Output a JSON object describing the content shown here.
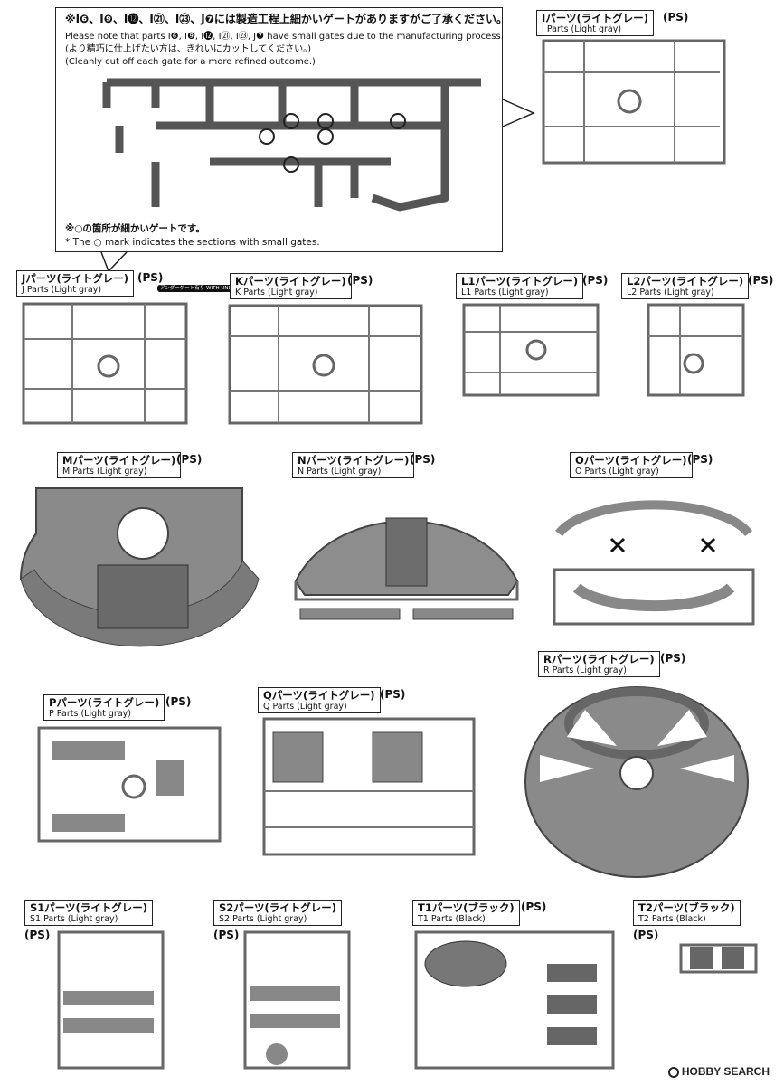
{
  "note": {
    "line1_jp": "※I❻、I❾、I⓬、I㉑、I㉓、J❼には製造工程上細かいゲートがありますがご了承ください。",
    "line2_en": "Please note that parts I❻, I❾, I⓬, I㉑, I㉓, J❼ have small gates due to the manufacturing process.",
    "line3_jp": "(より精巧に仕上げたい方は、きれいにカットしてください。)",
    "line4_en": "(Cleanly cut off each gate for a more refined outcome.)",
    "mark_jp": "※○の箇所が細かいゲートです。",
    "mark_en": "* The ○ mark indicates the sections with small gates."
  },
  "parts": [
    {
      "id": "I",
      "jp": "Iパーツ(ライトグレー)",
      "en": "I Parts (Light gray)",
      "material": "(PS)"
    },
    {
      "id": "J",
      "jp": "Jパーツ(ライトグレー)",
      "en": "J Parts (Light gray)",
      "material": "(PS)",
      "badge": "アンダーゲート有り WITH UNDER GATES"
    },
    {
      "id": "K",
      "jp": "Kパーツ(ライトグレー)",
      "en": "K Parts (Light gray)",
      "material": "(PS)"
    },
    {
      "id": "L1",
      "jp": "L1パーツ(ライトグレー)",
      "en": "L1 Parts (Light gray)",
      "material": "(PS)"
    },
    {
      "id": "L2",
      "jp": "L2パーツ(ライトグレー)",
      "en": "L2 Parts (Light gray)",
      "material": "(PS)"
    },
    {
      "id": "M",
      "jp": "Mパーツ(ライトグレー)",
      "en": "M Parts (Light gray)",
      "material": "(PS)"
    },
    {
      "id": "N",
      "jp": "Nパーツ(ライトグレー)",
      "en": "N Parts (Light gray)",
      "material": "(PS)"
    },
    {
      "id": "O",
      "jp": "Oパーツ(ライトグレー)",
      "en": "O Parts (Light gray)",
      "material": "(PS)"
    },
    {
      "id": "P",
      "jp": "Pパーツ(ライトグレー)",
      "en": "P Parts (Light gray)",
      "material": "(PS)"
    },
    {
      "id": "Q",
      "jp": "Qパーツ(ライトグレー)",
      "en": "Q Parts (Light gray)",
      "material": "(PS)"
    },
    {
      "id": "R",
      "jp": "Rパーツ(ライトグレー)",
      "en": "R Parts (Light gray)",
      "material": "(PS)"
    },
    {
      "id": "S1",
      "jp": "S1パーツ(ライトグレー)",
      "en": "S1 Parts (Light gray)",
      "material": "(PS)"
    },
    {
      "id": "S2",
      "jp": "S2パーツ(ライトグレー)",
      "en": "S2 Parts (Light gray)",
      "material": "(PS)"
    },
    {
      "id": "T1",
      "jp": "T1パーツ(ブラック)",
      "en": "T1 Parts (Black)",
      "material": "(PS)"
    },
    {
      "id": "T2",
      "jp": "T2パーツ(ブラック)",
      "en": "T2 Parts (Black)",
      "material": "(PS)"
    }
  ],
  "watermark": "HOBBY SEARCH",
  "colors": {
    "sprue": "#6f6f6f",
    "sprue_fill": "#9a9a9a",
    "dark": "#1a1a1a"
  }
}
